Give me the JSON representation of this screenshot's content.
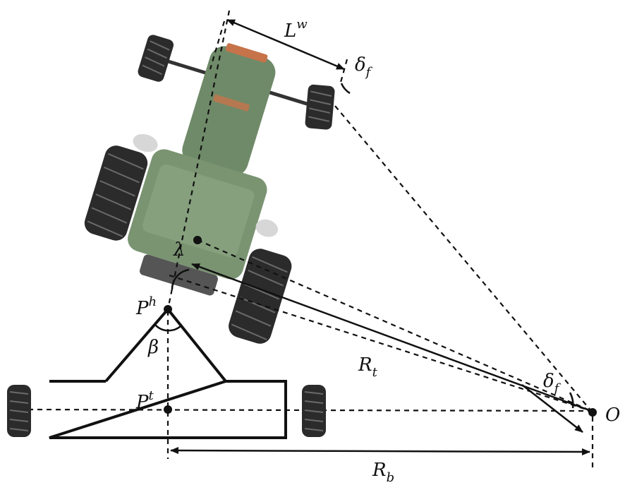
{
  "labels": {
    "wheelbase": {
      "main": "L",
      "sup": "w"
    },
    "steer_top": {
      "main": "δ",
      "sub": "f"
    },
    "steer_origin": {
      "main": "δ",
      "sub": "f"
    },
    "hitch": {
      "main": "P",
      "sup": "h"
    },
    "trailer_point": {
      "main": "P",
      "sup": "t"
    },
    "articulation": "β",
    "offset_angle": "λ",
    "tractor_radius": {
      "main": "R",
      "sub": "t"
    },
    "trailer_radius": {
      "main": "R",
      "sub": "b"
    },
    "origin": "O"
  },
  "colors": {
    "tractor_body": "#6f8a68",
    "tractor_dark": "#55704f",
    "accent": "#c7734a",
    "tire": "#2b2b2b",
    "line": "#111111"
  }
}
